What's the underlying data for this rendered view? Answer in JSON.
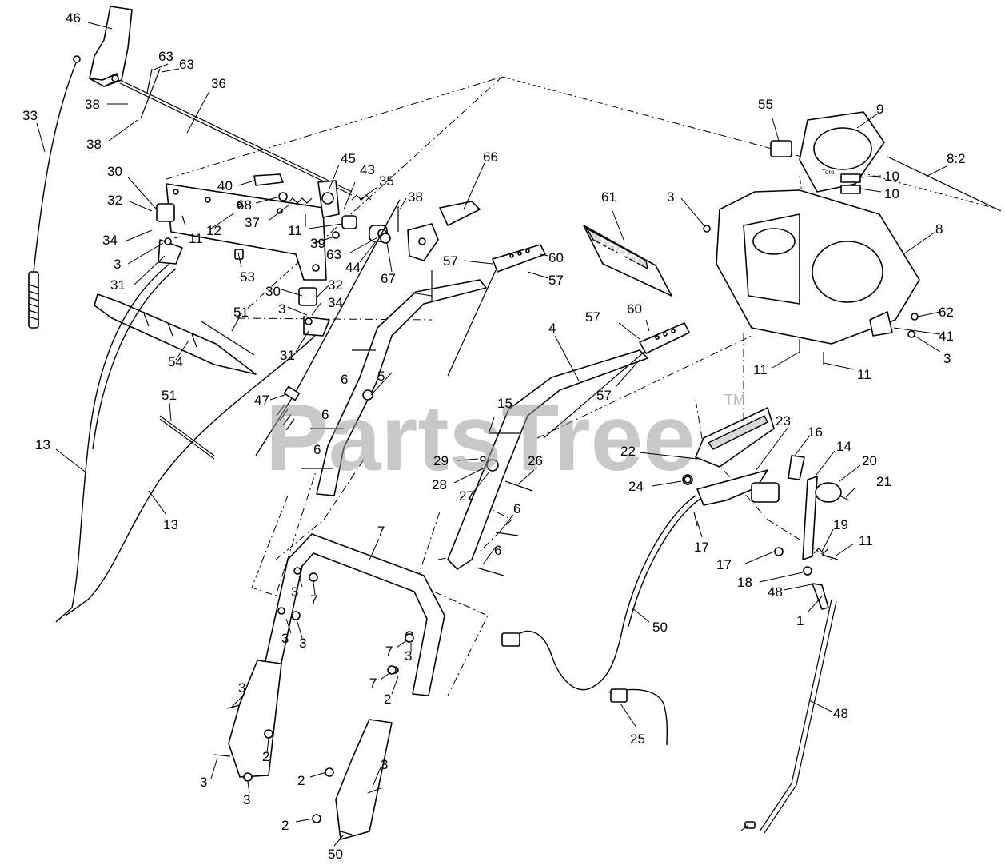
{
  "watermark": {
    "text": "PartsTree",
    "trademark": "TM"
  },
  "decal_logo": "TORO",
  "labels": [
    "46",
    "63",
    "63",
    "36",
    "38",
    "38",
    "33",
    "30",
    "32",
    "34",
    "3",
    "11",
    "12",
    "31",
    "40",
    "68",
    "37",
    "45",
    "43",
    "35",
    "11",
    "39",
    "63",
    "44",
    "38",
    "66",
    "53",
    "30",
    "32",
    "3",
    "34",
    "31",
    "51",
    "54",
    "47",
    "51",
    "13",
    "13",
    "6",
    "6",
    "5",
    "6",
    "57",
    "60",
    "57",
    "67",
    "61",
    "4",
    "57",
    "60",
    "57",
    "55",
    "9",
    "8:2",
    "10",
    "10",
    "3",
    "8",
    "62",
    "41",
    "3",
    "11",
    "11",
    "29",
    "28",
    "27",
    "26",
    "6",
    "6",
    "15",
    "23",
    "16",
    "14",
    "22",
    "20",
    "24",
    "21",
    "19",
    "11",
    "17",
    "17",
    "18",
    "48",
    "1",
    "7",
    "3",
    "7",
    "3",
    "3",
    "7",
    "3",
    "7",
    "2",
    "3",
    "2",
    "3",
    "3",
    "2",
    "3",
    "2",
    "50",
    "50",
    "25",
    "48"
  ]
}
